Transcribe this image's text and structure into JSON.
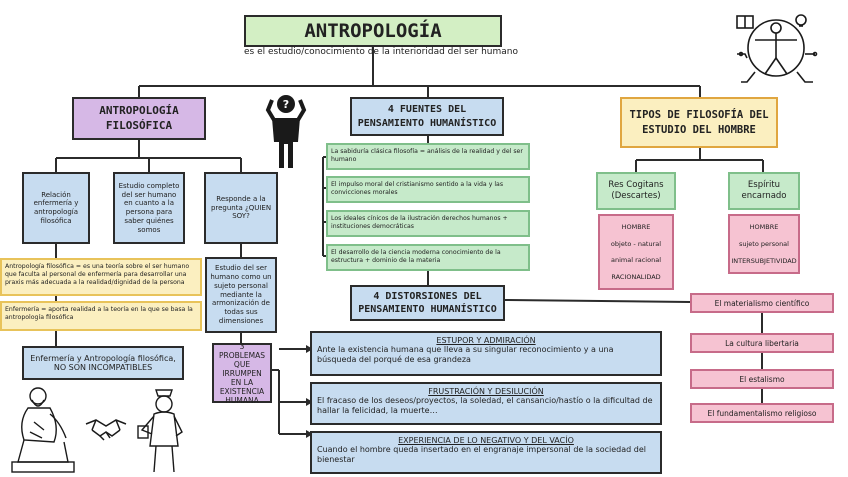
{
  "title": "ANTROPOLOGÍA",
  "subtitle": "es el estudio/conocimiento de la interioridad del ser humano",
  "filosofica": {
    "heading": "ANTROPOLOGÍA FILOSÓFICA",
    "boxes": [
      "Relación enfermería y antropología filosófica",
      "Estudio completo del ser humano en cuanto a la persona para saber quiénes somos",
      "Responde a la pregunta ¿QUIEN SOY?"
    ],
    "def_antropologia": "Antropología filosófica = es una teoría sobre el ser humano que faculta al personal de enfermería para desarrollar una praxis más adecuada a la realidad/dignidad de la persona",
    "def_enfermeria": "Enfermería = aporta realidad a la teoría en la que se basa la antropología filosófica",
    "conclusion": "Enfermería y Antropología filosófica, NO SON INCOMPATIBLES",
    "estudio": "Estudio del ser humano como un sujeto personal mediante la armonización de todas sus dimensiones",
    "problemas": "3 PROBLEMAS QUE IRRUMPEN EN LA EXISTENCIA HUMANA"
  },
  "fuentes": {
    "heading": "4 FUENTES DEL PENSAMIENTO HUMANÍSTICO",
    "items": [
      "La sabiduría clásica    filosofía = análisis de la realidad y del ser humano",
      "El impulso moral del cristianismo    sentido a la vida y las convicciones morales",
      "Los ideales cínicos de la ilustración    derechos humanos + instituciones democráticas",
      "El desarrollo de la ciencia moderna    conocimiento de la estructura + dominio de la materia"
    ]
  },
  "distorsiones": {
    "heading": "4 DISTORSIONES DEL PENSAMIENTO HUMANÍSTICO",
    "items": [
      "El materialismo científico",
      "La cultura libertaria",
      "El estalismo",
      "El fundamentalismo religioso"
    ]
  },
  "problemas": [
    {
      "title": "ESTUPOR Y ADMIRACIÓN",
      "text": "Ante la existencia humana que lleva a su singular reconocimiento y a una búsqueda del porqué de esa grandeza"
    },
    {
      "title": "FRUSTRACIÓN Y DESILUCIÓN",
      "text": "El fracaso de los deseos/proyectos, la soledad, el cansancio/hastío o la dificultad de hallar la felicidad, la muerte…"
    },
    {
      "title": "EXPERIENCIA DE LO NEGATIVO Y DEL VACÍO",
      "text": "Cuando el hombre queda insertado en el engranaje impersonal de la sociedad del bienestar"
    }
  ],
  "tipos": {
    "heading": "TIPOS DE FILOSOFÍA DEL ESTUDIO DEL HOMBRE",
    "res_cogitans": {
      "label": "Res Cogitans (Descartes)",
      "lines": [
        "HOMBRE",
        "objeto - natural",
        "animal racional",
        "RACIONALIDAD"
      ]
    },
    "espiritu": {
      "label": "Espíritu encarnado",
      "lines": [
        "HOMBRE",
        "sujeto personal",
        "INTERSUBJETIVIDAD"
      ]
    }
  },
  "icons": [
    "thinking-person-icon",
    "vitruvian-man-icon",
    "philosopher-statue-icon",
    "handshake-icon",
    "nurse-icon"
  ],
  "colors": {
    "title_bg": "#d3efc4",
    "purple": "#d6b8e6",
    "blue": "#c7dcf0",
    "green": "#c6eaca",
    "yellow": "#fbefc0",
    "pink": "#f6c3d2",
    "line": "#2b2b2b"
  }
}
